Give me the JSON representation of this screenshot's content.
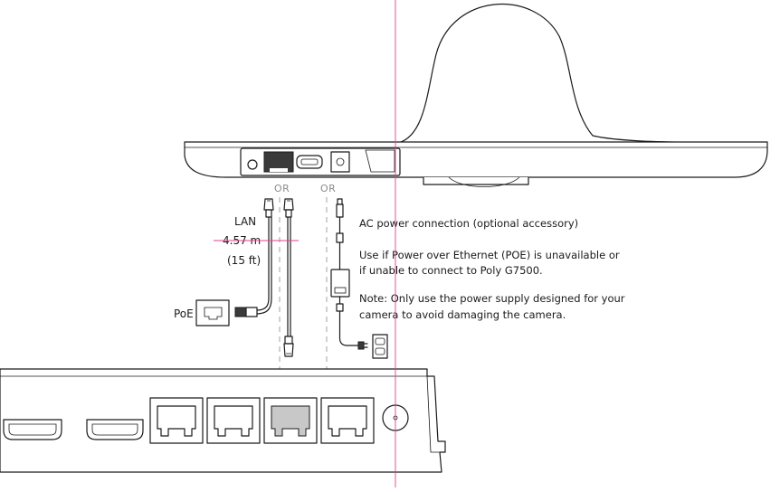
{
  "labels": {
    "or_left": "OR",
    "or_right": "OR",
    "lan": "LAN",
    "length_m": "4.57 m",
    "length_ft": "(15 ft)",
    "poe": "PoE"
  },
  "notes": {
    "ac_power": "AC power connection (optional accessory)",
    "use_if_line1": "Use if Power over Ethernet (POE) is unavailable or",
    "use_if_line2": "if unable to connect to Poly G7500.",
    "note_line1": "Note: Only use the power supply designed for your",
    "note_line2": "camera to avoid damaging the camera."
  }
}
